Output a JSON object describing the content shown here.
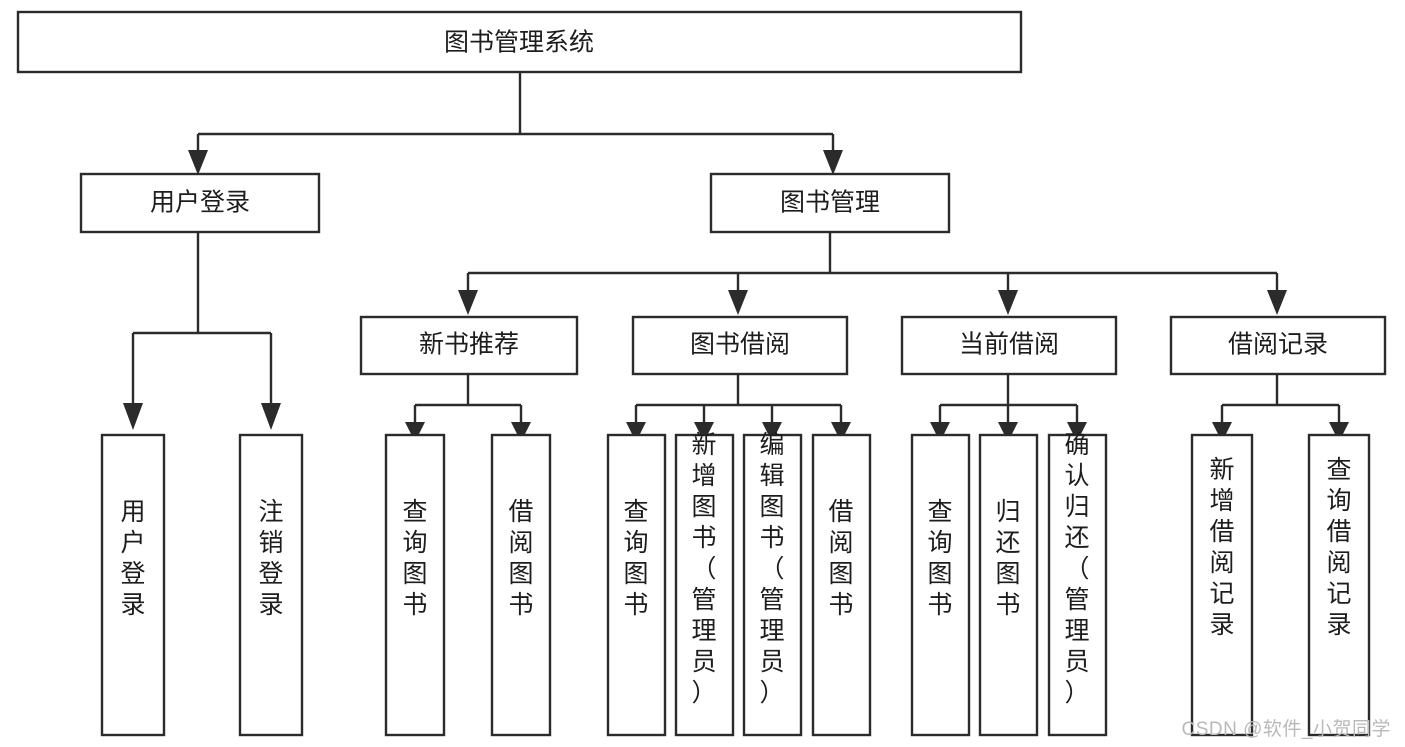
{
  "diagram": {
    "type": "tree",
    "title": "图书管理系统",
    "orientation": "top-down",
    "watermark": "CSDN @软件_小贺同学",
    "colors": {
      "border": "#2b2b2b",
      "text": "#1d1d1d",
      "background": "#ffffff",
      "watermark": "#b9b9b9"
    },
    "root": {
      "label": "图书管理系统"
    },
    "level2": [
      {
        "label": "用户登录"
      },
      {
        "label": "图书管理"
      }
    ],
    "level3": [
      {
        "label": "新书推荐"
      },
      {
        "label": "图书借阅"
      },
      {
        "label": "当前借阅"
      },
      {
        "label": "借阅记录"
      }
    ],
    "leaves": {
      "user_login": [
        {
          "label": "用户登录"
        },
        {
          "label": "注销登录"
        }
      ],
      "new_book_recommend": [
        {
          "label": "查询图书"
        },
        {
          "label": "借阅图书"
        }
      ],
      "book_borrow": [
        {
          "label": "查询图书"
        },
        {
          "label": "新增图书（管理员）"
        },
        {
          "label": "编辑图书（管理员）"
        },
        {
          "label": "借阅图书"
        }
      ],
      "current_borrow": [
        {
          "label": "查询图书"
        },
        {
          "label": "归还图书"
        },
        {
          "label": "确认归还（管理员）"
        }
      ],
      "borrow_record": [
        {
          "label": "新增借阅记录"
        },
        {
          "label": "查询借阅记录"
        }
      ]
    }
  }
}
